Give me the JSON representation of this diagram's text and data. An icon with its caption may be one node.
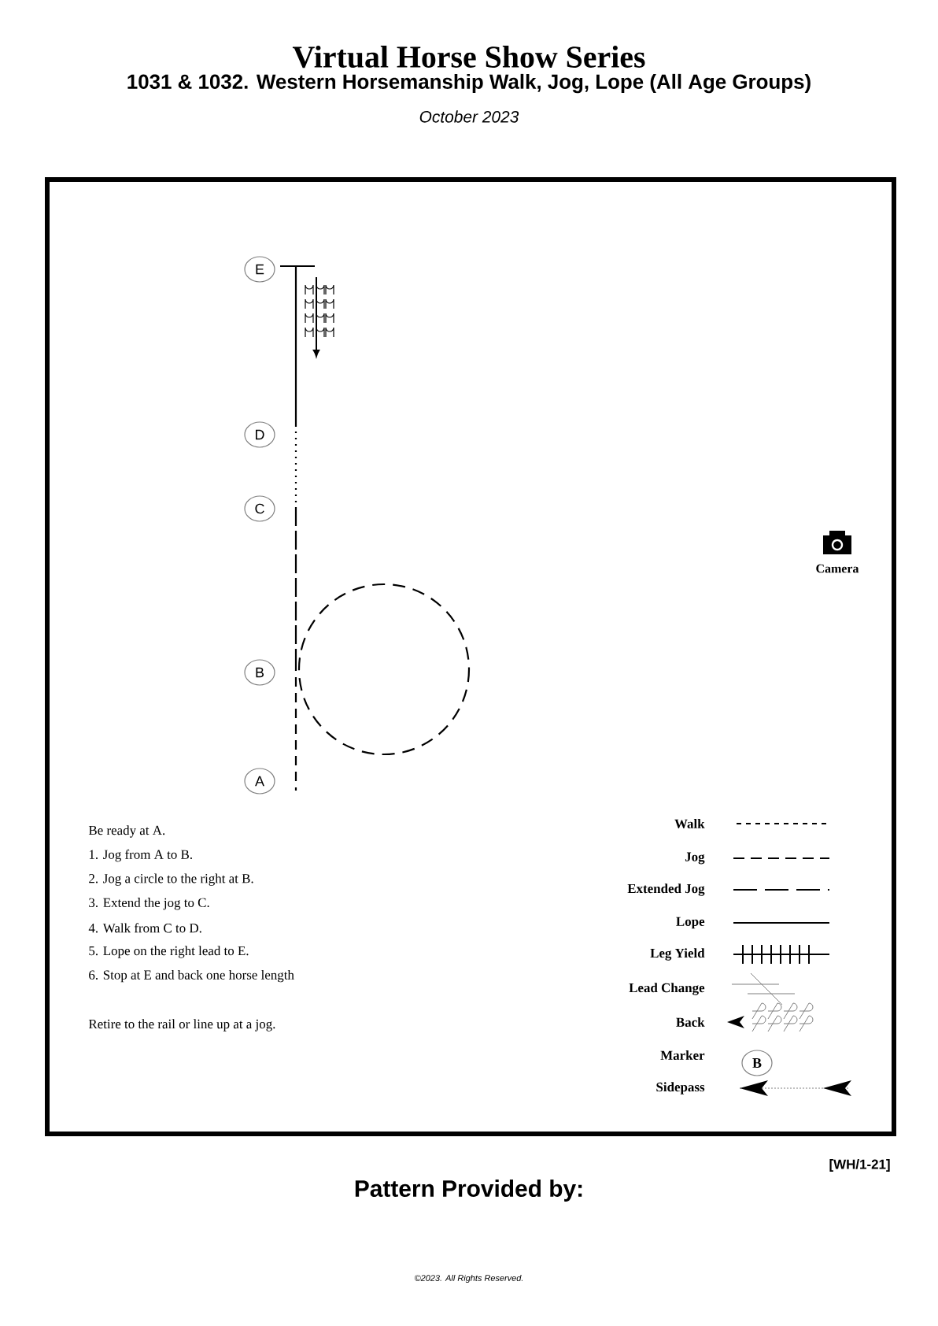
{
  "diagram": {
    "title": "Virtual Horse Show Series",
    "nodes": [
      {
        "text": [
          "E"
        ]
      },
      {
        "text": [
          "D"
        ]
      },
      {
        "text": [
          "C"
        ]
      },
      {
        "text": [
          "B"
        ]
      },
      {
        "text": [
          "A"
        ]
      },
      {
        "text": [
          "B"
        ]
      }
    ],
    "labels": [
      "1031 & 1032. Western Horsemanship Walk, Jog, Lope  (All Age Groups)",
      "October 2023",
      "Camera",
      "Be ready at A.",
      "1. Jog from A to B.",
      "2. Jog a circle to the right at B.",
      "3. Extend the jog to C.",
      "4. Walk from C to D.",
      "5. Lope on the right lead to E.",
      "6. Stop at E and back one horse length",
      "Retire to the rail or line up at a jog.",
      "[WH/1-21]",
      "Pattern Provided by:",
      "©2023. All Rights Reserved."
    ],
    "legend": [
      {
        "text": "Walk"
      },
      {
        "text": "Jog"
      },
      {
        "text": "Extended Jog"
      },
      {
        "text": "Lope"
      },
      {
        "text": "Leg Yield"
      },
      {
        "text": "Lead Change"
      },
      {
        "text": "Back"
      },
      {
        "text": "Marker"
      },
      {
        "text": "Sidepass"
      }
    ]
  }
}
